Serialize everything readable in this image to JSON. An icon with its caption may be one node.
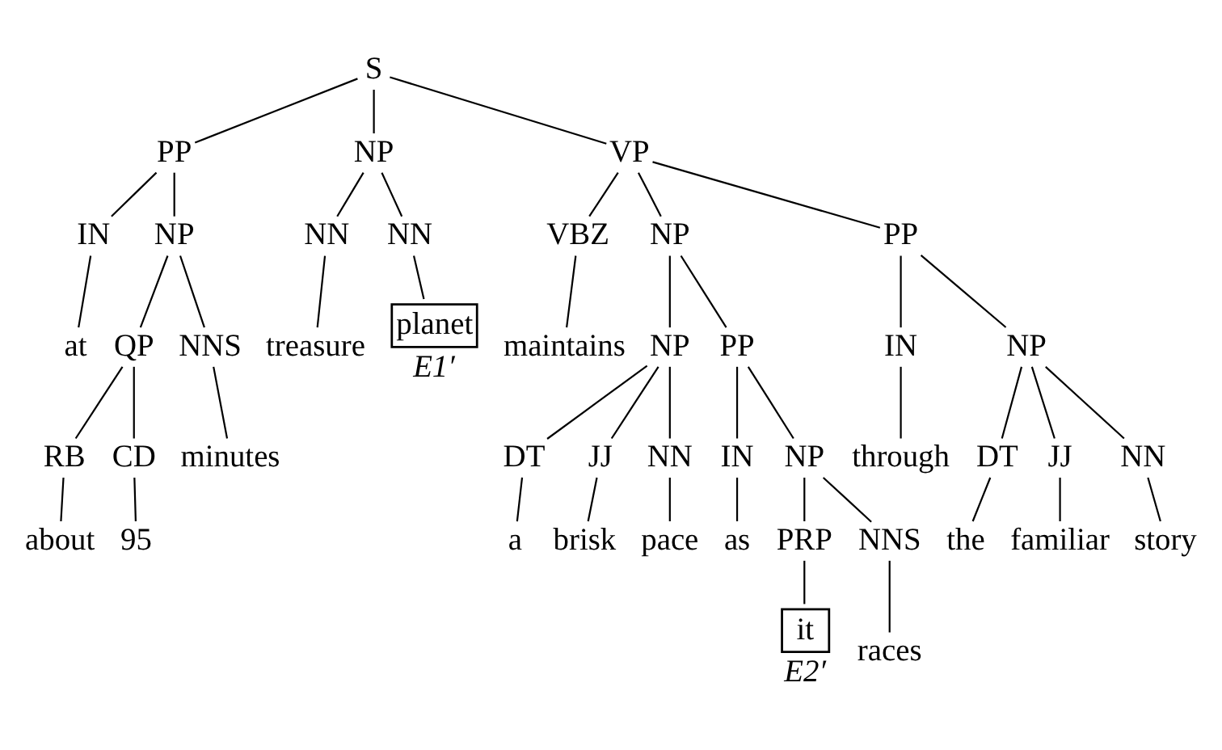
{
  "diagram": {
    "nodes": [
      {
        "text": [
          "S"
        ]
      },
      {
        "text": [
          "PP"
        ]
      },
      {
        "text": [
          "IN"
        ]
      },
      {
        "text": [
          "at"
        ]
      },
      {
        "text": [
          "NP"
        ]
      },
      {
        "text": [
          "QP"
        ]
      },
      {
        "text": [
          "RB"
        ]
      },
      {
        "text": [
          "about"
        ]
      },
      {
        "text": [
          "CD"
        ]
      },
      {
        "text": [
          "95"
        ]
      },
      {
        "text": [
          "NNS"
        ]
      },
      {
        "text": [
          "minutes"
        ]
      },
      {
        "text": [
          "NP"
        ]
      },
      {
        "text": [
          "NN"
        ]
      },
      {
        "text": [
          "treasure"
        ]
      },
      {
        "text": [
          "NN"
        ]
      },
      {
        "text": [
          "planet"
        ],
        "beside": [
          "E1′"
        ]
      },
      {
        "text": [
          "VP"
        ]
      },
      {
        "text": [
          "VBZ"
        ]
      },
      {
        "text": [
          "maintains"
        ]
      },
      {
        "text": [
          "NP"
        ]
      },
      {
        "text": [
          "NP"
        ]
      },
      {
        "text": [
          "DT"
        ]
      },
      {
        "text": [
          "a"
        ]
      },
      {
        "text": [
          "JJ"
        ]
      },
      {
        "text": [
          "brisk"
        ]
      },
      {
        "text": [
          "NN"
        ]
      },
      {
        "text": [
          "pace"
        ]
      },
      {
        "text": [
          "PP"
        ]
      },
      {
        "text": [
          "IN"
        ]
      },
      {
        "text": [
          "as"
        ]
      },
      {
        "text": [
          "NP"
        ]
      },
      {
        "text": [
          "PRP"
        ]
      },
      {
        "text": [
          "it"
        ],
        "beside": [
          "E2′"
        ]
      },
      {
        "text": [
          "NNS"
        ]
      },
      {
        "text": [
          "races"
        ]
      },
      {
        "text": [
          "PP"
        ]
      },
      {
        "text": [
          "IN"
        ]
      },
      {
        "text": [
          "through"
        ]
      },
      {
        "text": [
          "NP"
        ]
      },
      {
        "text": [
          "DT"
        ]
      },
      {
        "text": [
          "the"
        ]
      },
      {
        "text": [
          "JJ"
        ]
      },
      {
        "text": [
          "familiar"
        ]
      },
      {
        "text": [
          "NN"
        ]
      },
      {
        "text": [
          "story"
        ]
      }
    ],
    "edges": [
      {
        "from": 0,
        "to": 1,
        "arrow": "none"
      },
      {
        "from": 1,
        "to": 2,
        "arrow": "none"
      },
      {
        "from": 2,
        "to": 3,
        "arrow": "none"
      },
      {
        "from": 1,
        "to": 4,
        "arrow": "none"
      },
      {
        "from": 4,
        "to": 5,
        "arrow": "none"
      },
      {
        "from": 5,
        "to": 6,
        "arrow": "none"
      },
      {
        "from": 6,
        "to": 7,
        "arrow": "none"
      },
      {
        "from": 5,
        "to": 8,
        "arrow": "none"
      },
      {
        "from": 8,
        "to": 9,
        "arrow": "none"
      },
      {
        "from": 4,
        "to": 10,
        "arrow": "none"
      },
      {
        "from": 10,
        "to": 11,
        "arrow": "none"
      },
      {
        "from": 0,
        "to": 12,
        "arrow": "none"
      },
      {
        "from": 12,
        "to": 13,
        "arrow": "none"
      },
      {
        "from": 13,
        "to": 14,
        "arrow": "none"
      },
      {
        "from": 12,
        "to": 15,
        "arrow": "none"
      },
      {
        "from": 15,
        "to": 16,
        "arrow": "none"
      },
      {
        "from": 0,
        "to": 17,
        "arrow": "none"
      },
      {
        "from": 17,
        "to": 18,
        "arrow": "none"
      },
      {
        "from": 18,
        "to": 19,
        "arrow": "none"
      },
      {
        "from": 17,
        "to": 20,
        "arrow": "none"
      },
      {
        "from": 20,
        "to": 21,
        "arrow": "none"
      },
      {
        "from": 21,
        "to": 22,
        "arrow": "none"
      },
      {
        "from": 22,
        "to": 23,
        "arrow": "none"
      },
      {
        "from": 21,
        "to": 24,
        "arrow": "none"
      },
      {
        "from": 24,
        "to": 25,
        "arrow": "none"
      },
      {
        "from": 21,
        "to": 26,
        "arrow": "none"
      },
      {
        "from": 26,
        "to": 27,
        "arrow": "none"
      },
      {
        "from": 20,
        "to": 28,
        "arrow": "none"
      },
      {
        "from": 28,
        "to": 29,
        "arrow": "none"
      },
      {
        "from": 29,
        "to": 30,
        "arrow": "none"
      },
      {
        "from": 28,
        "to": 31,
        "arrow": "none"
      },
      {
        "from": 31,
        "to": 32,
        "arrow": "none"
      },
      {
        "from": 32,
        "to": 33,
        "arrow": "none"
      },
      {
        "from": 31,
        "to": 34,
        "arrow": "none"
      },
      {
        "from": 34,
        "to": 35,
        "arrow": "none"
      },
      {
        "from": 17,
        "to": 36,
        "arrow": "none"
      },
      {
        "from": 36,
        "to": 37,
        "arrow": "none"
      },
      {
        "from": 37,
        "to": 38,
        "arrow": "none"
      },
      {
        "from": 36,
        "to": 39,
        "arrow": "none"
      },
      {
        "from": 39,
        "to": 40,
        "arrow": "none"
      },
      {
        "from": 40,
        "to": 41,
        "arrow": "none"
      },
      {
        "from": 39,
        "to": 42,
        "arrow": "none"
      },
      {
        "from": 42,
        "to": 43,
        "arrow": "none"
      },
      {
        "from": 39,
        "to": 44,
        "arrow": "none"
      },
      {
        "from": 44,
        "to": 45,
        "arrow": "none"
      }
    ]
  }
}
